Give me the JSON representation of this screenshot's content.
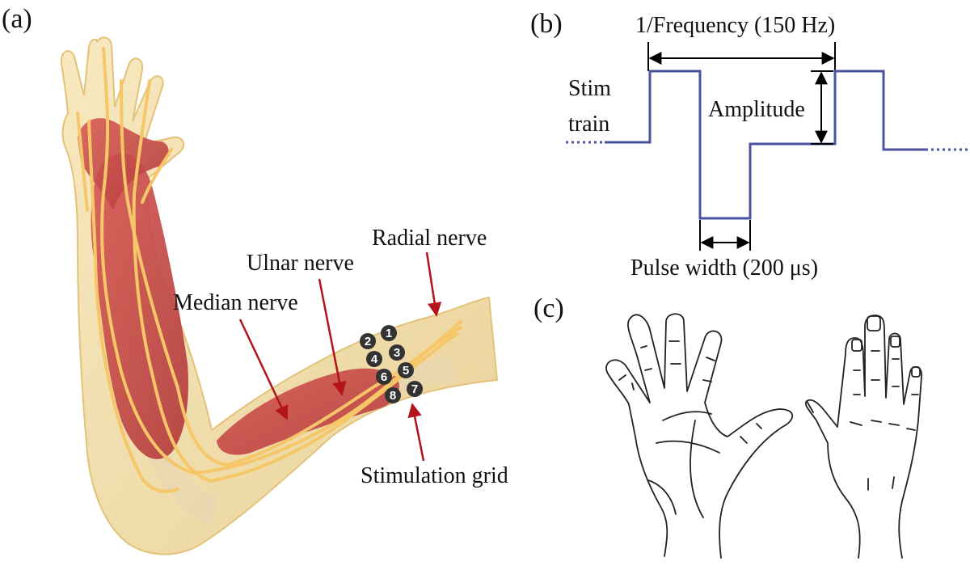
{
  "panels": {
    "a": {
      "label": "(a)",
      "nerve_labels": {
        "radial": "Radial nerve",
        "ulnar": "Ulnar nerve",
        "median": "Median nerve",
        "grid": "Stimulation grid"
      },
      "electrodes": [
        "1",
        "2",
        "3",
        "4",
        "5",
        "6",
        "7",
        "8"
      ]
    },
    "b": {
      "label": "(b)",
      "frequency_label": "1/Frequency (150 Hz)",
      "stim_label_line1": "Stim",
      "stim_label_line2": "train",
      "amplitude_label": "Amplitude",
      "pulse_width_label": "Pulse width (200 μs)"
    },
    "c": {
      "label": "(c)"
    }
  },
  "colors": {
    "waveform": "#4a53a0",
    "arrow": "#b3141b",
    "skin": "#f3dfaa",
    "muscle": "#c94a4a",
    "nerve": "#f6c768",
    "electrode": "#333333"
  }
}
